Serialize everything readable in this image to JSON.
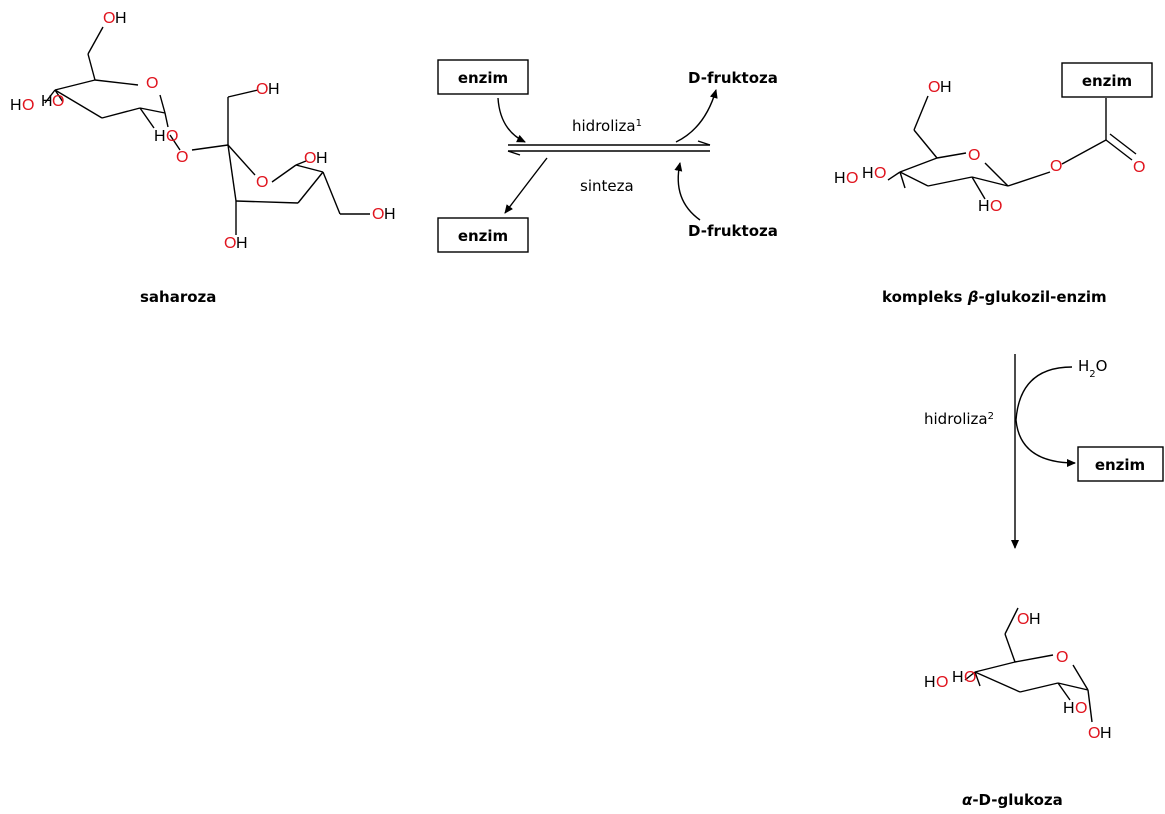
{
  "molecules": {
    "sucrose": {
      "name": "saharoza"
    },
    "complex": {
      "name_prefix": "kompleks ",
      "name_symbol": "β",
      "name_suffix": "-glukozil-enzim"
    },
    "glucose": {
      "name_symbol": "α",
      "name_suffix": "-D-glukoza"
    }
  },
  "atoms": {
    "oxygen": "O",
    "oh": "OH",
    "ho": "HO",
    "h": "H"
  },
  "reaction": {
    "enzyme_label": "enzim",
    "fructose_label": "D-fruktoza",
    "hydrolysis1_label": "hidroliza",
    "hydrolysis1_sup": "1",
    "synthesis_label": "sinteza",
    "hydrolysis2_label": "hidroliza",
    "hydrolysis2_sup": "2",
    "water_h": "H",
    "water_sub": "2",
    "water_o": "O"
  },
  "colors": {
    "oxygen": "#e0141e",
    "bond": "#000000"
  }
}
